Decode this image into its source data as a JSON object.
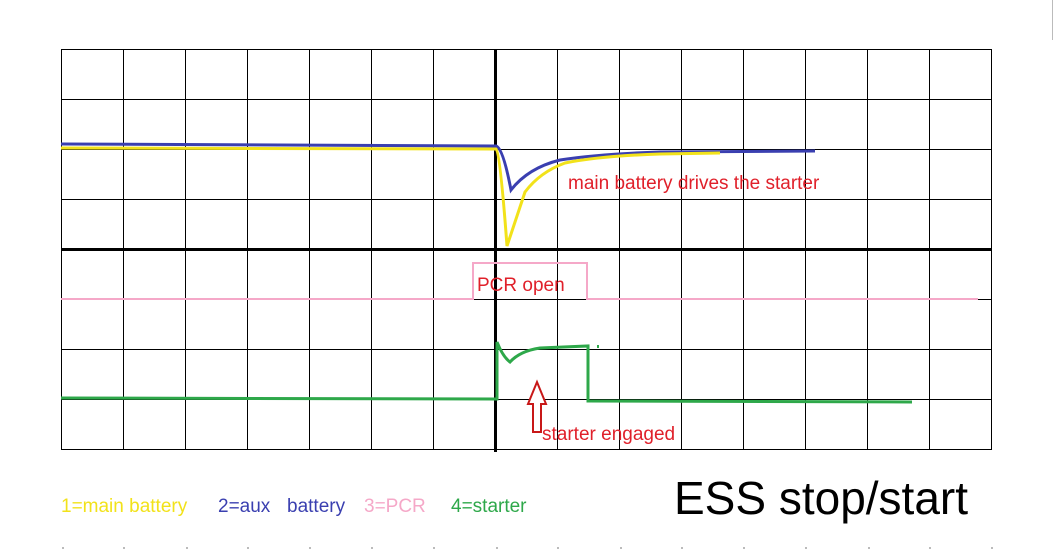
{
  "title": "ESS stop/start",
  "annotations": {
    "main_drives": "main battery drives the starter",
    "pcr_open": "PCR open",
    "starter_engaged": "starter engaged"
  },
  "legend": [
    {
      "label": "1=main battery",
      "color": "#f2e21a"
    },
    {
      "label": "2=aux",
      "color": "#3a3fb0"
    },
    {
      "label": "battery",
      "color": "#3a3fb0"
    },
    {
      "label": "3=PCR",
      "color": "#f5a8c8"
    },
    {
      "label": "4=starter",
      "color": "#2ea84a"
    }
  ],
  "colors": {
    "main_battery": "#f2e21a",
    "aux_battery": "#3a3fb0",
    "pcr": "#f5a8c8",
    "starter": "#2ea84a",
    "annotation": "#e0202a",
    "arrow": "#c81818",
    "grid": "#000000"
  }
}
